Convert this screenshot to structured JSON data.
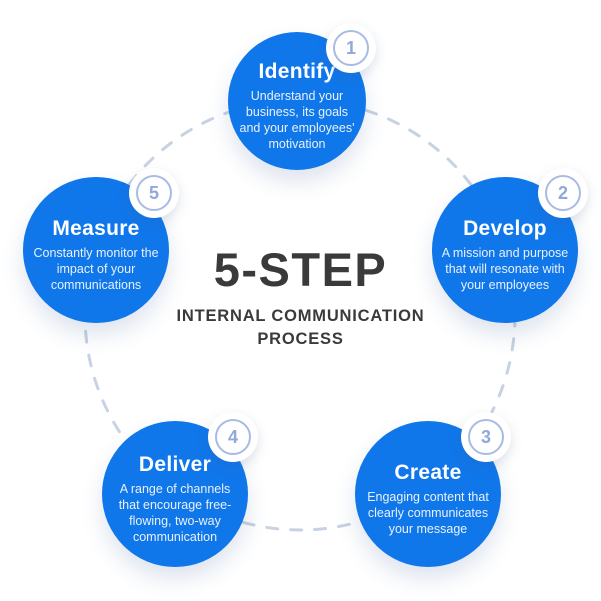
{
  "center": {
    "title": "5-STEP",
    "subtitle_line1": "INTERNAL COMMUNICATION",
    "subtitle_line2": "PROCESS"
  },
  "steps": [
    {
      "number": "1",
      "title": "Identify",
      "description": "Understand your business, its goals and your employees' motivation"
    },
    {
      "number": "2",
      "title": "Develop",
      "description": "A mission and purpose that will resonate with your employees"
    },
    {
      "number": "3",
      "title": "Create",
      "description": "Engaging content that clearly communicates your message"
    },
    {
      "number": "4",
      "title": "Deliver",
      "description": "A range of channels that encourage free-flowing, two-way communication"
    },
    {
      "number": "5",
      "title": "Measure",
      "description": "Constantly monitor the impact of your communications"
    }
  ],
  "colors": {
    "circle_blue": "#1077eb",
    "badge_ring": "#a7bbe3",
    "badge_number": "#90a8da",
    "dashed_ring": "#c7d2e2",
    "center_text": "#3a3a3a",
    "circle_text": "#ffffff"
  }
}
